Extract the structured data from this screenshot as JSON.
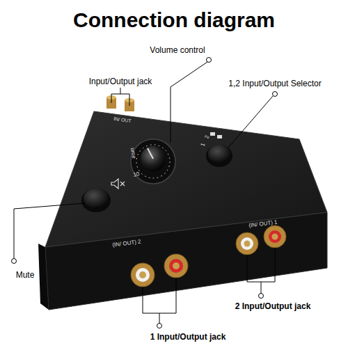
{
  "diagram": {
    "title": "Connection diagram",
    "labels": [
      "Volume control",
      "Input/Output jack",
      "1,2 Input/Output Selector",
      "IN/ OUT",
      "ume",
      "10",
      "1",
      "2",
      "Mute",
      "(IN/ OUT) 2",
      "(IN/ OUT) 1",
      "2 Input/Output jack",
      "1 Input/Output jack"
    ]
  }
}
